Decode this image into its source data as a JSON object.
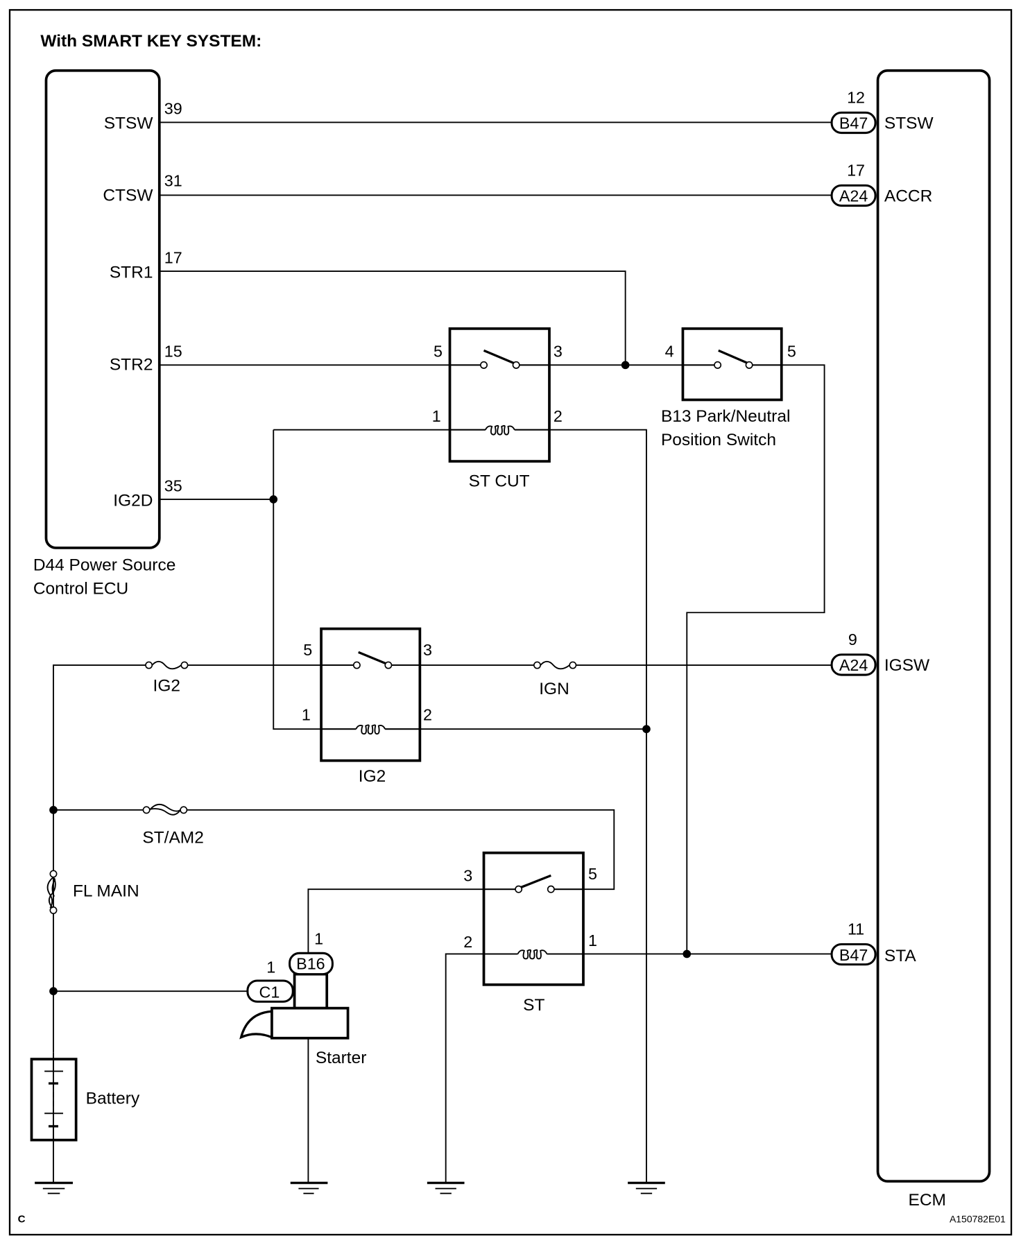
{
  "title": "With SMART KEY SYSTEM:",
  "corner_letter": "C",
  "figure_id": "A150782E01",
  "power_source_ecu": {
    "name_line1": "D44 Power Source",
    "name_line2": "Control ECU",
    "terminals": [
      {
        "label": "STSW",
        "pin": "39"
      },
      {
        "label": "CTSW",
        "pin": "31"
      },
      {
        "label": "STR1",
        "pin": "17"
      },
      {
        "label": "STR2",
        "pin": "15"
      },
      {
        "label": "IG2D",
        "pin": "35"
      }
    ]
  },
  "ecm": {
    "name": "ECM",
    "terminals": [
      {
        "label": "STSW",
        "connector": "B47",
        "pin": "12"
      },
      {
        "label": "ACCR",
        "connector": "A24",
        "pin": "17"
      },
      {
        "label": "IGSW",
        "connector": "A24",
        "pin": "9"
      },
      {
        "label": "STA",
        "connector": "B47",
        "pin": "11"
      }
    ]
  },
  "relays": {
    "st_cut": {
      "name": "ST CUT",
      "pins": {
        "sw_in": "5",
        "sw_out": "3",
        "coil_in": "1",
        "coil_out": "2"
      }
    },
    "ig2": {
      "name": "IG2",
      "pins": {
        "sw_in": "5",
        "sw_out": "3",
        "coil_in": "1",
        "coil_out": "2"
      }
    },
    "st": {
      "name": "ST",
      "pins": {
        "sw_in": "3",
        "sw_out": "5",
        "coil_in": "2",
        "coil_out": "1"
      }
    }
  },
  "park_neutral_switch": {
    "name_line1": "B13 Park/Neutral",
    "name_line2": "Position Switch",
    "pins": {
      "in": "4",
      "out": "5"
    }
  },
  "fuses": [
    {
      "name": "IG2"
    },
    {
      "name": "IGN"
    },
    {
      "name": "ST/AM2"
    },
    {
      "name": "FL MAIN"
    }
  ],
  "starter": {
    "name": "Starter",
    "connector_b": {
      "id": "B16",
      "pin": "1"
    },
    "connector_c": {
      "id": "C1",
      "pin": "1"
    }
  },
  "battery": {
    "name": "Battery"
  }
}
